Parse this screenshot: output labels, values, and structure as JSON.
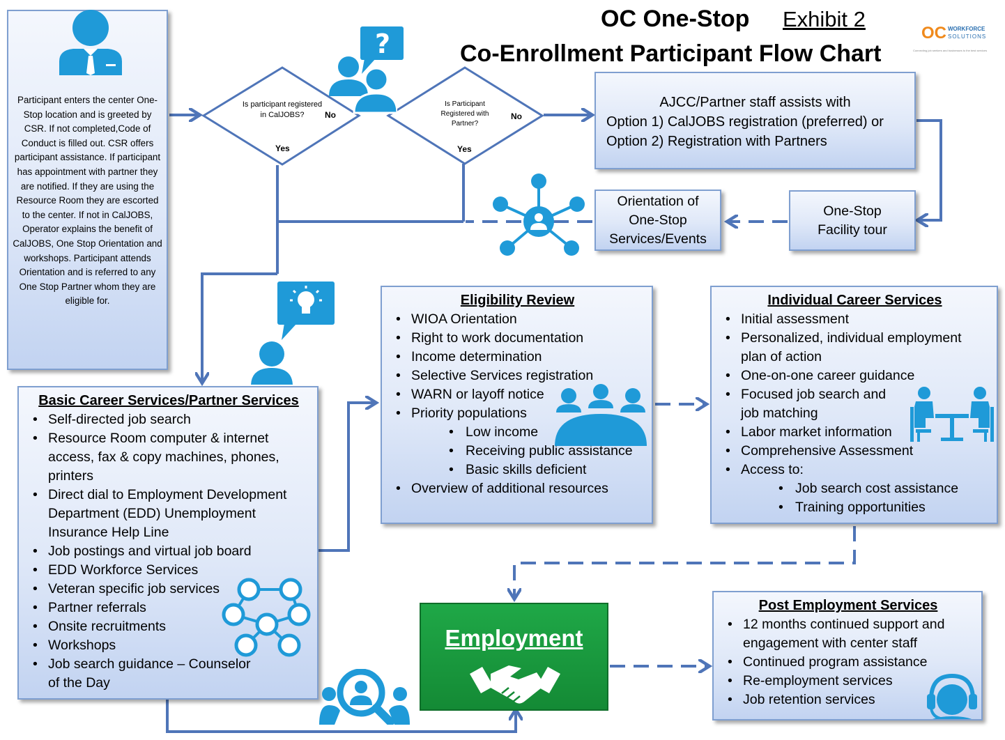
{
  "header": {
    "title_line1": "OC One-Stop",
    "exhibit": "Exhibit 2",
    "title_line2": "Co-Enrollment Participant Flow Chart",
    "logo_letters": "OC",
    "logo_line1": "WORKFORCE",
    "logo_line2": "SOLUTIONS",
    "logo_tagline": "Connecting job seekers and businesses to the best services"
  },
  "intro_box": {
    "text": "Participant enters the center One-Stop location and is greeted by CSR. If not completed,Code of Conduct is filled out. CSR offers participant assistance. If participant has appointment with partner they are notified. If they are using the Resource Room they are escorted to the center. If not in CalJOBS, Operator explains the benefit of CalJOBS, One Stop Orientation and workshops. Participant attends Orientation and is referred to any One Stop Partner whom they are eligible for."
  },
  "decisions": {
    "caljobs": {
      "question": "Is participant registered in CalJOBS?",
      "no": "No",
      "yes": "Yes"
    },
    "partner": {
      "question": "Is Participant Registered with Partner?",
      "no": "No",
      "yes": "Yes"
    }
  },
  "ajcc_box": {
    "line1": "AJCC/Partner staff assists with",
    "line2": "Option 1) CalJOBS registration (preferred) or",
    "line3": "Option 2) Registration with Partners"
  },
  "tour_box": {
    "text": "One-Stop Facility tour"
  },
  "orientation_box": {
    "text": "Orientation of One-Stop Services/Events"
  },
  "basic_services": {
    "title": "Basic Career Services/Partner Services",
    "items": [
      "Self-directed job search",
      "Resource Room computer & internet access, fax & copy machines, phones, printers",
      "Direct dial to Employment Development Department (EDD) Unemployment Insurance Help Line",
      "Job postings and virtual job board",
      "EDD Workforce Services",
      "Veteran specific job services",
      "Partner referrals",
      "Onsite recruitments",
      "Workshops",
      "Job search guidance – Counselor of the Day"
    ]
  },
  "eligibility": {
    "title": "Eligibility Review",
    "items_top": [
      "WIOA Orientation",
      "Right to work documentation",
      "Income determination",
      "Selective Services registration",
      "WARN or layoff notice",
      "Priority populations"
    ],
    "sub_items": [
      "Low income",
      "Receiving public assistance",
      "Basic skills deficient"
    ],
    "last_item": "Overview of additional resources"
  },
  "individual": {
    "title": "Individual Career Services",
    "items": [
      "Initial assessment",
      "Personalized, individual employment plan of action",
      "One-on-one career guidance",
      "Focused job search and job matching",
      "Labor market information",
      "Comprehensive Assessment",
      "Access to:"
    ],
    "sub_items": [
      "Job search cost assistance",
      "Training opportunities"
    ]
  },
  "employment": {
    "label": "Employment",
    "color": "#18923c"
  },
  "post_employment": {
    "title": "Post Employment Services",
    "items": [
      "12 months continued support and engagement with center staff",
      "Continued program assistance",
      "Re-employment services",
      "Job retention services"
    ]
  },
  "icons": [
    "businessman-icon",
    "question-bubble-icon",
    "people-icon",
    "network-hub-icon",
    "lightbulb-idea-icon",
    "meeting-group-icon",
    "interview-table-icon",
    "social-network-icon",
    "search-people-icon",
    "handshake-icon",
    "headset-support-icon"
  ],
  "colors": {
    "icon_blue": "#1f9ad8",
    "arrow_blue": "#4f75b8",
    "box_border": "#7f9fd0"
  }
}
